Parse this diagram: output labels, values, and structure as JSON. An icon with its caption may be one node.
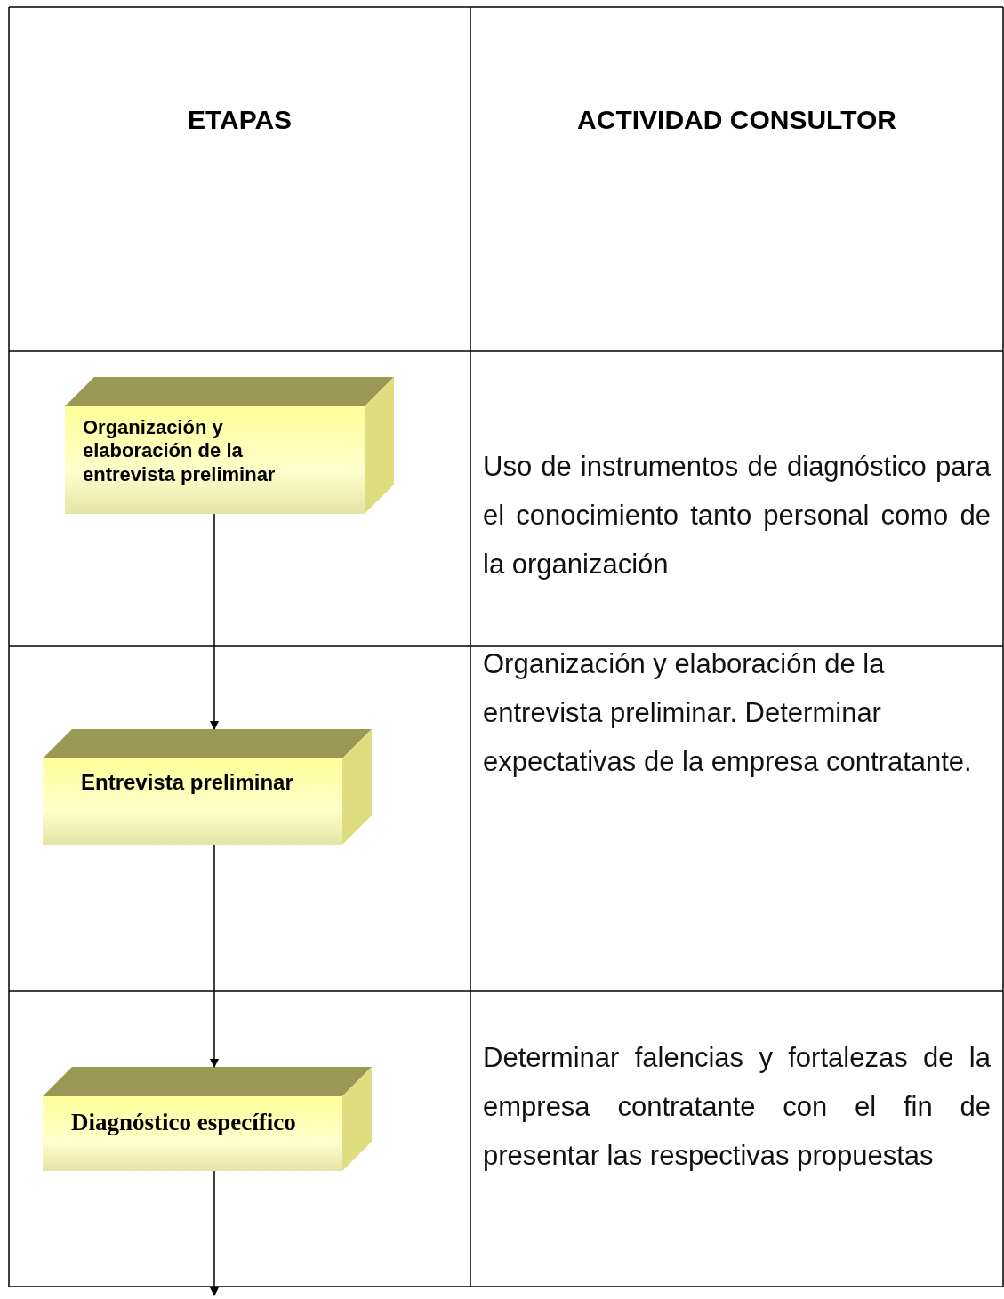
{
  "diagram": {
    "nodes": [
      {
        "text": [
          "Organización y elaboración de la entrevista preliminar"
        ]
      },
      {
        "text": [
          "Entrevista preliminar"
        ]
      },
      {
        "text": [
          "Diagnóstico específico"
        ]
      }
    ],
    "edges": [
      {
        "from": 0,
        "to": 1,
        "arrow": "to"
      },
      {
        "from": 1,
        "to": 2,
        "arrow": "to"
      },
      {
        "from": 2,
        "to": null,
        "arrow": "to"
      }
    ],
    "labels": [
      "ETAPAS",
      "ACTIVIDAD CONSULTOR",
      "Uso de instrumentos de diagnóstico para el conocimiento tanto personal como de la organización",
      "Organización y elaboración de la entrevista preliminar. Determinar expectativas de la empresa contratante.",
      "Determinar falencias y fortalezas de la empresa contratante con el fin de presentar las respectivas propuestas"
    ]
  }
}
